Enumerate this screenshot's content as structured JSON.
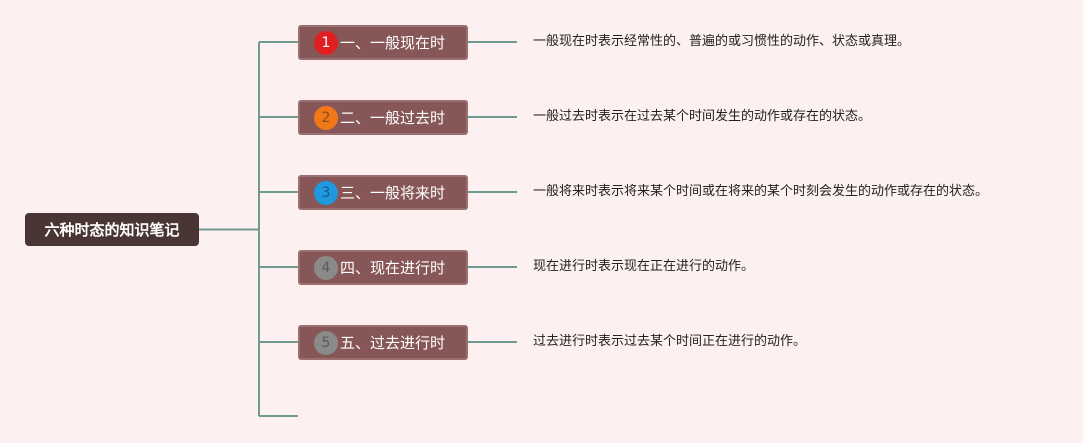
{
  "root": {
    "label": "六种时态的知识笔记"
  },
  "colors": {
    "background": "#fdf0f0",
    "root_fill": "#4a3535",
    "node_fill": "#875757",
    "connector": "#6f9a8f"
  },
  "branches": [
    {
      "number": "1",
      "badge_color": "#e02020",
      "label": "一、一般现在时",
      "description": "一般现在时表示经常性的、普遍的或习惯性的动作、状态或真理。"
    },
    {
      "number": "2",
      "badge_color": "#f07818",
      "label": "二、一般过去时",
      "description": "一般过去时表示在过去某个时间发生的动作或存在的状态。"
    },
    {
      "number": "3",
      "badge_color": "#2098e0",
      "label": "三、一般将来时",
      "description": "一般将来时表示将来某个时间或在将来的某个时刻会发生的动作或存在的状态。"
    },
    {
      "number": "4",
      "badge_color": "#8a8a8a",
      "label": "四、现在进行时",
      "description": "现在进行时表示现在正在进行的动作。"
    },
    {
      "number": "5",
      "badge_color": "#8a8a8a",
      "label": "五、过去进行时",
      "description": "过去进行时表示过去某个时间正在进行的动作。"
    }
  ]
}
